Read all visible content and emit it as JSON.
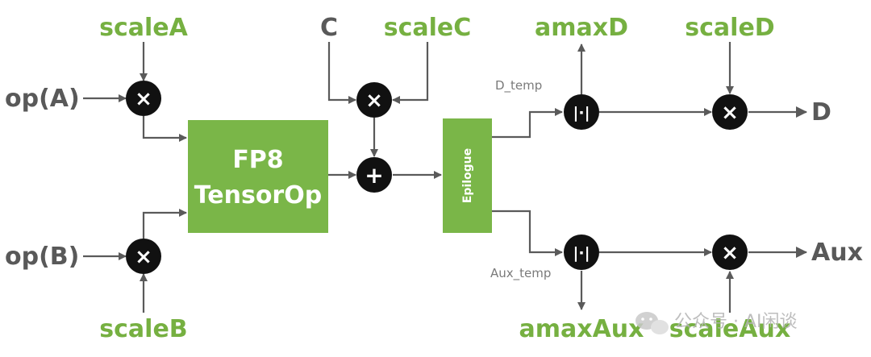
{
  "inputs": {
    "op_a": "op(A)",
    "op_b": "op(B)",
    "c": "C"
  },
  "scales": {
    "scale_a": "scaleA",
    "scale_b": "scaleB",
    "scale_c": "scaleC",
    "scale_d": "scaleD",
    "scale_aux": "scaleAux"
  },
  "amax": {
    "amax_d": "amaxD",
    "amax_aux": "amaxAux"
  },
  "outputs": {
    "d": "D",
    "aux": "Aux"
  },
  "intermediates": {
    "d_temp": "D_temp",
    "aux_temp": "Aux_temp"
  },
  "blocks": {
    "tensorop_line1": "FP8",
    "tensorop_line2": "TensorOp",
    "epilogue": "Epilogue"
  },
  "operators": {
    "multiply": "×",
    "add": "+",
    "abs": "|·|"
  },
  "watermark": {
    "text": "公众号 · AI闲谈"
  },
  "colors": {
    "accent_green": "#76b041",
    "block_green": "#7ab648",
    "wire_gray": "#5a5a5a",
    "node_black": "#111111"
  }
}
